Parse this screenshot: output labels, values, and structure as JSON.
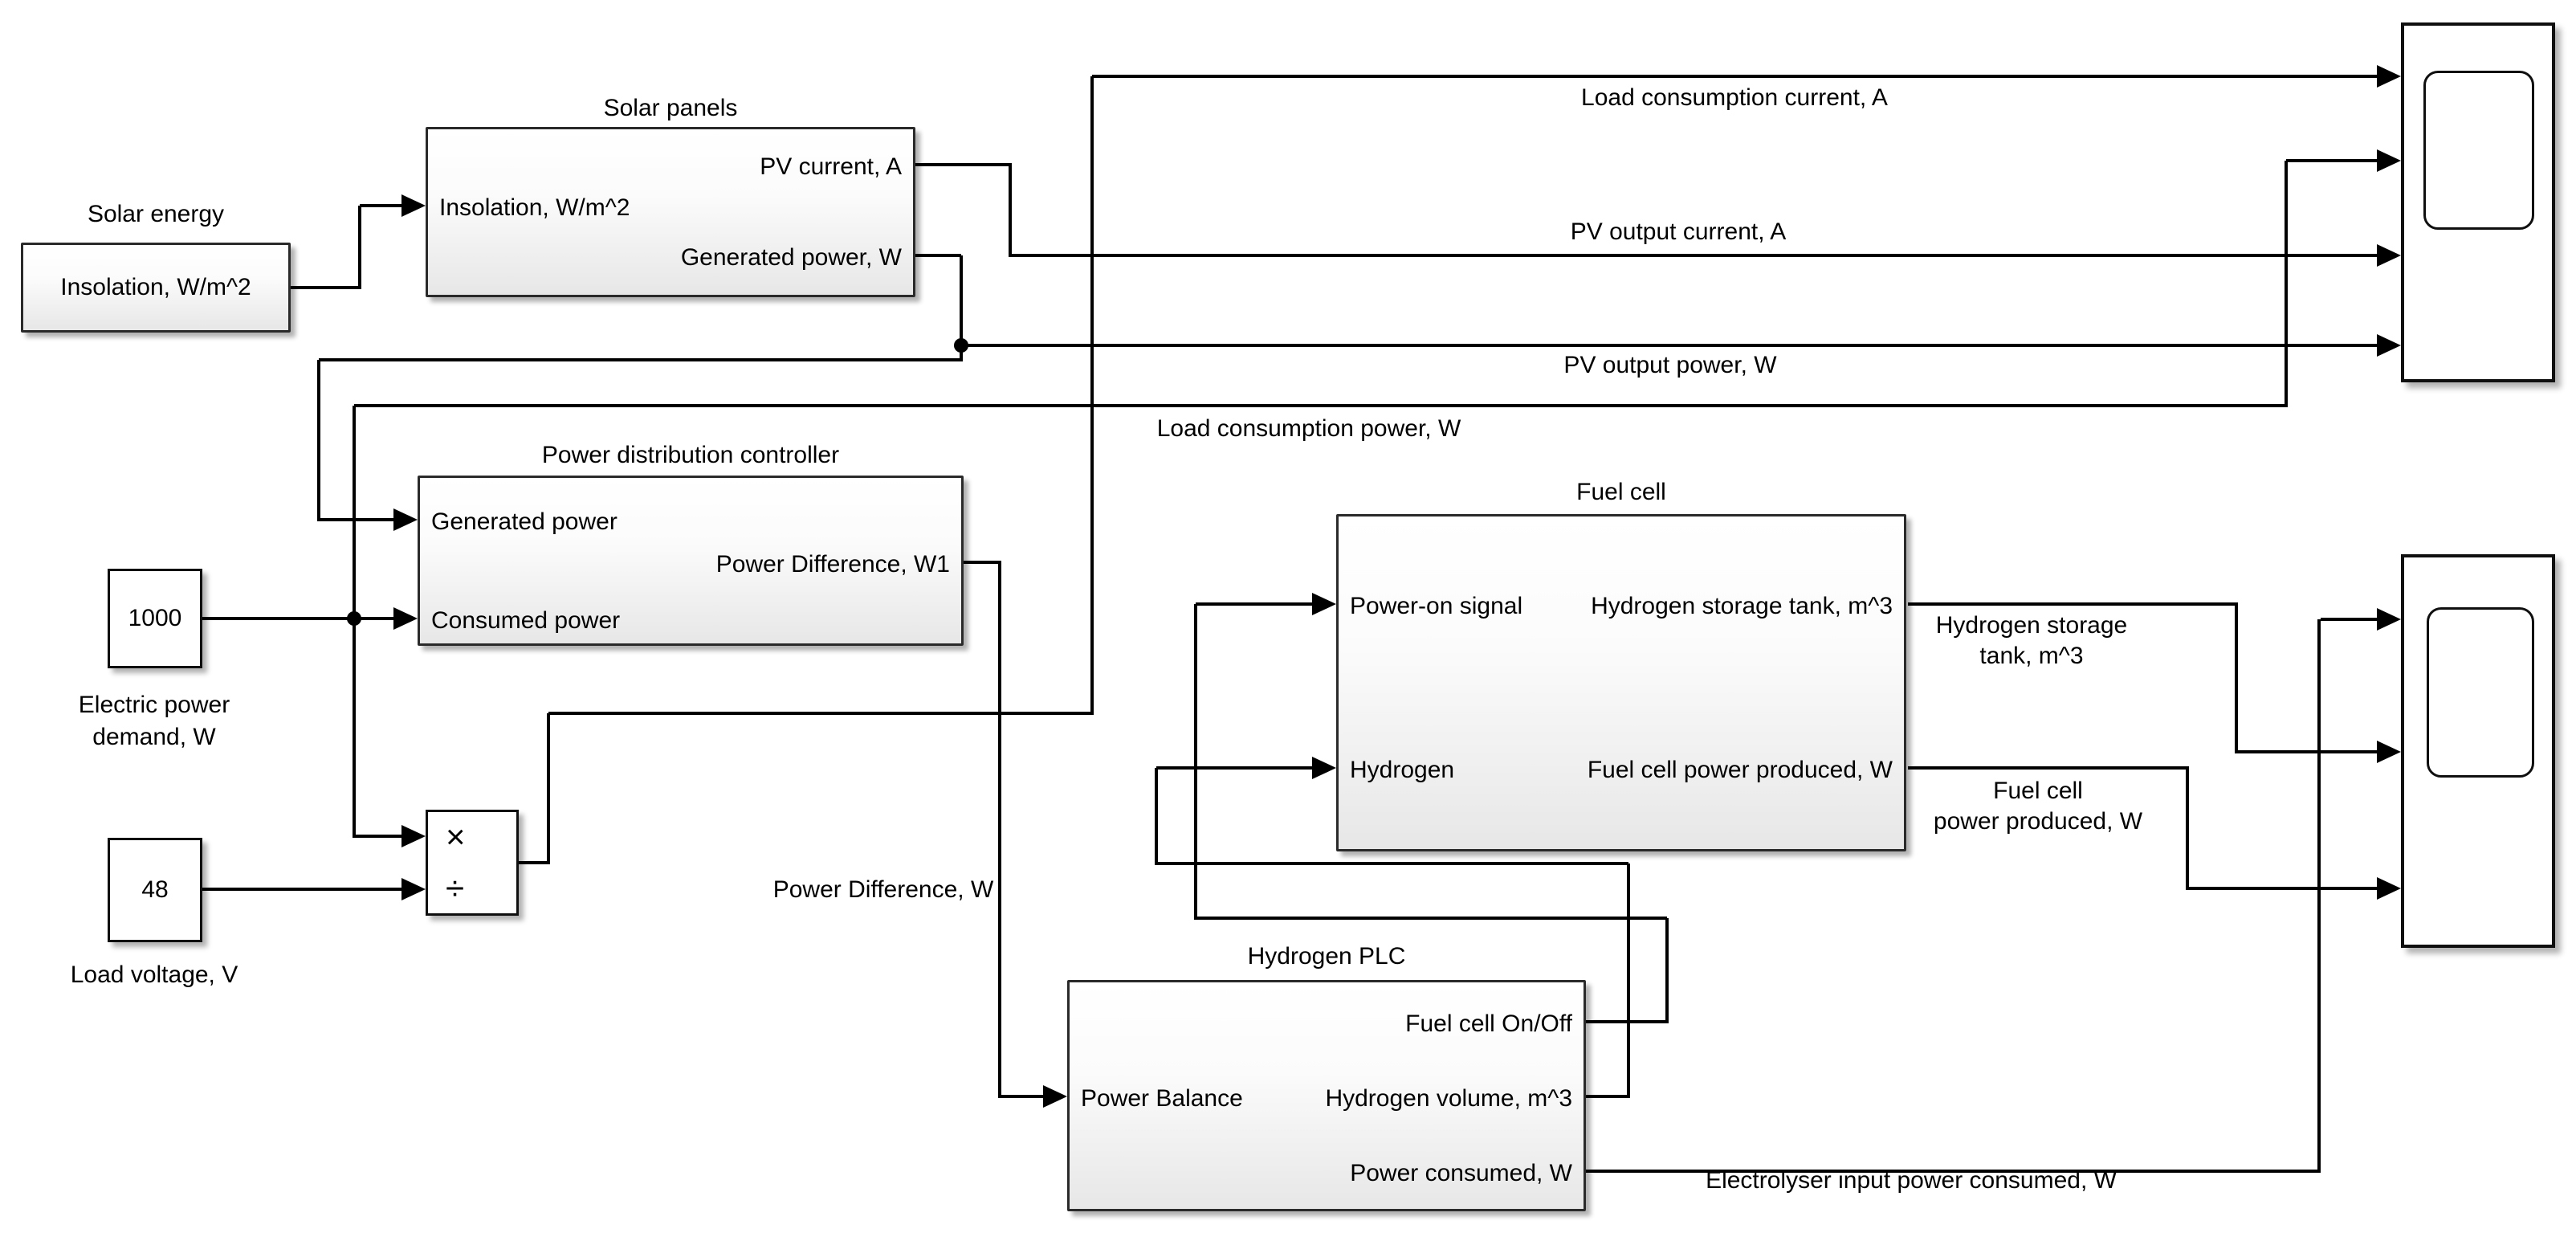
{
  "blocks": {
    "solar_energy": {
      "title": "Solar energy",
      "port": "Insolation, W/m^2"
    },
    "solar_panels": {
      "title": "Solar panels",
      "input": "Insolation, W/m^2",
      "output_top": "PV current, A",
      "output_bottom": "Generated power, W"
    },
    "power_controller": {
      "title": "Power distribution controller",
      "input_top": "Generated power",
      "input_bottom": "Consumed power",
      "output": "Power Difference, W1"
    },
    "demand_constant": {
      "value": "1000",
      "caption_line1": "Electric power",
      "caption_line2": "demand, W"
    },
    "voltage_constant": {
      "value": "48",
      "caption": "Load voltage, V"
    },
    "divide": {
      "multiply_symbol": "×",
      "divide_symbol": "÷"
    },
    "fuel_cell": {
      "title": "Fuel cell",
      "input_top": "Power-on signal",
      "input_bottom": "Hydrogen",
      "output_top": "Hydrogen storage tank, m^3",
      "output_bottom": "Fuel cell power produced, W"
    },
    "hydrogen_plc": {
      "title": "Hydrogen PLC",
      "input": "Power Balance",
      "output_top": "Fuel cell On/Off",
      "output_middle": "Hydrogen volume, m^3",
      "output_bottom": "Power consumed, W"
    }
  },
  "signal_labels": {
    "load_consumption_current": "Load consumption current, A",
    "pv_output_current": "PV output current, A",
    "pv_output_power": "PV output power, W",
    "load_consumption_power": "Load consumption power, W",
    "power_difference": "Power Difference, W",
    "hydrogen_storage_line1": "Hydrogen storage",
    "hydrogen_storage_line2": "tank, m^3",
    "fuel_cell_power_line1": "Fuel cell",
    "fuel_cell_power_line2": "power produced, W",
    "electrolyser_power": "Electrolyser input power consumed, W"
  },
  "colors": {
    "background": "#ffffff",
    "wire": "#000000",
    "block_border": "#2a2a2a",
    "block_fill_bottom": "#e7e7e7"
  }
}
